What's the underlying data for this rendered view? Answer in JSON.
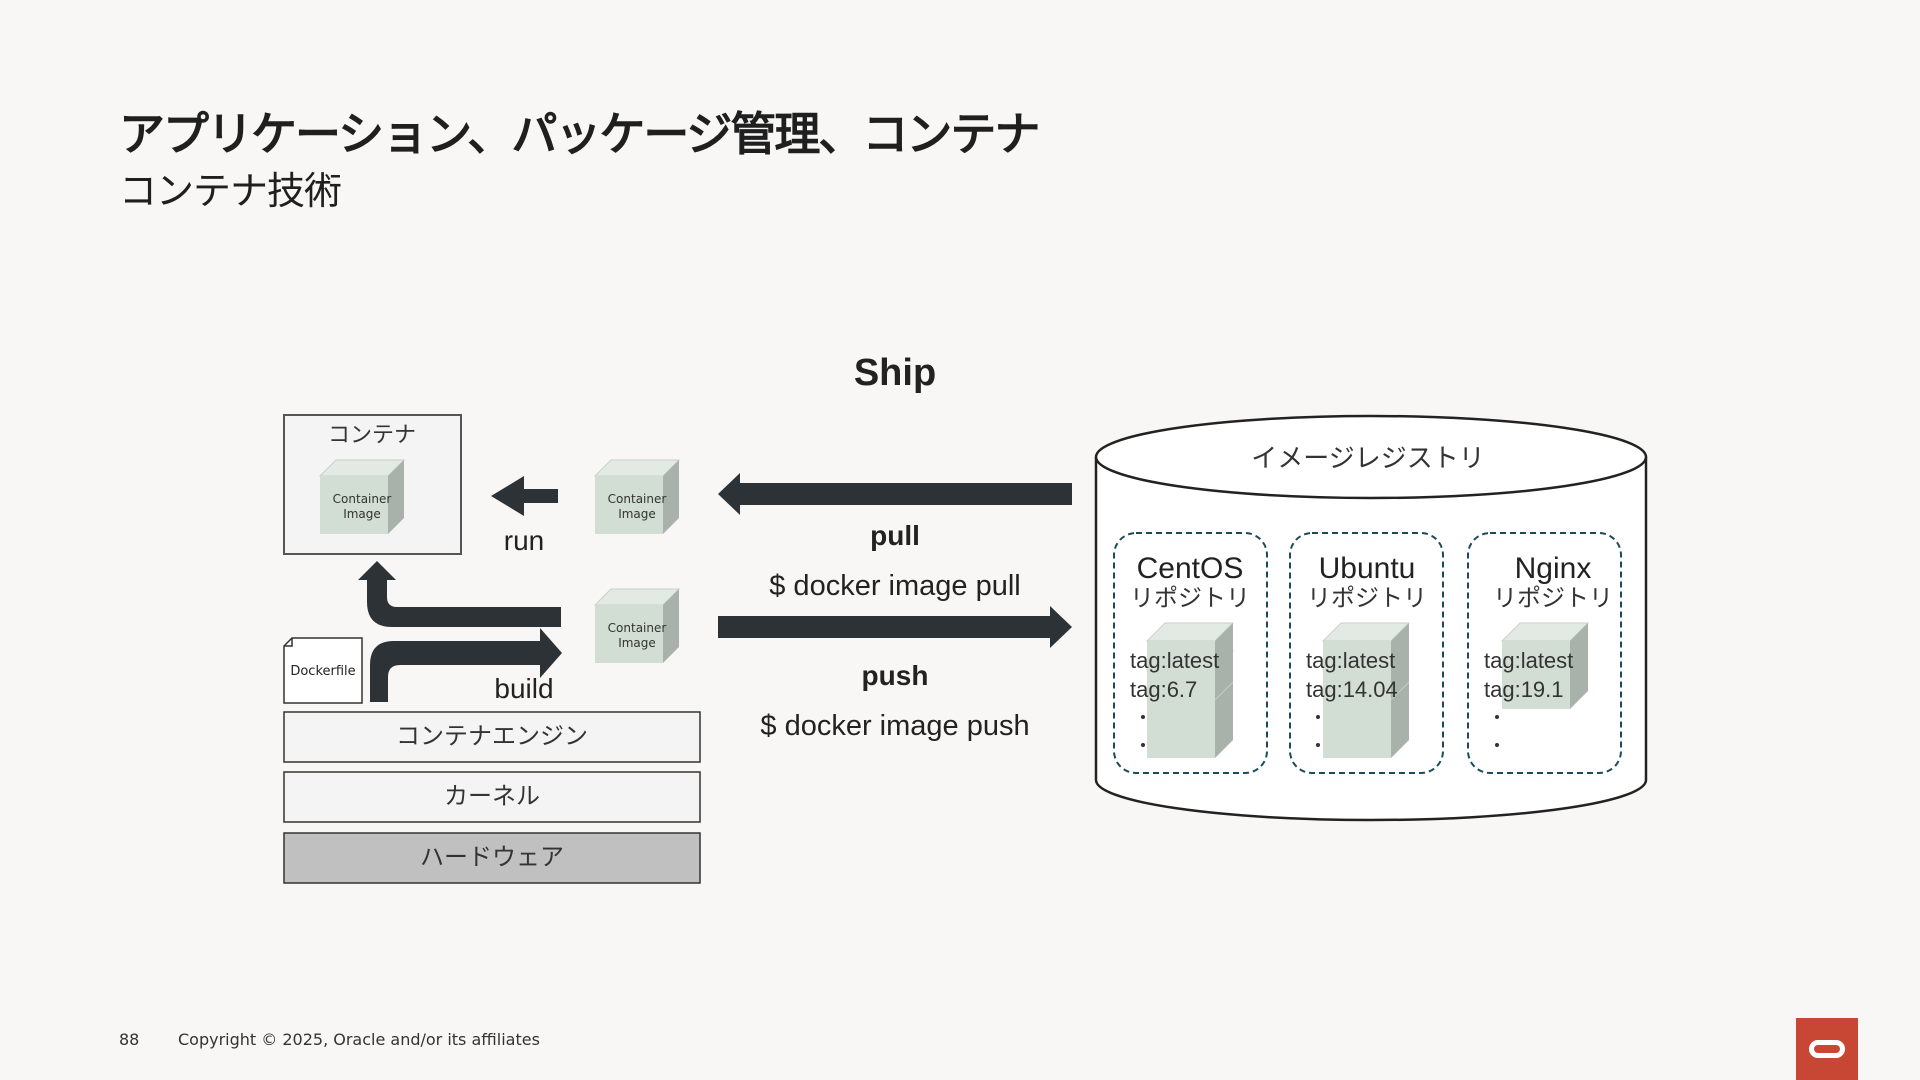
{
  "slide": {
    "title": "アプリケーション、パッケージ管理、コンテナ",
    "subtitle": "コンテナ技術",
    "page_number": "88",
    "copyright": "Copyright © 2025, Oracle and/or its affiliates"
  },
  "diagram": {
    "heading": "Ship",
    "container_label": "コンテナ",
    "image_label_line1": "Container",
    "image_label_line2": "Image",
    "run_label": "run",
    "build_label": "build",
    "dockerfile_label": "Dockerfile",
    "layers": [
      "コンテナエンジン",
      "カーネル",
      "ハードウェア"
    ],
    "pull_label": "pull",
    "pull_command": "$ docker image pull",
    "push_label": "push",
    "push_command": "$ docker image push",
    "registry_label": "イメージレジストリ",
    "repositories": [
      {
        "name": "CentOS",
        "suffix": "リポジトリ",
        "tags": [
          "tag:latest",
          "tag:6.7"
        ]
      },
      {
        "name": "Ubuntu",
        "suffix": "リポジトリ",
        "tags": [
          "tag:latest",
          "tag:14.04"
        ]
      },
      {
        "name": "Nginx",
        "suffix": "リポジトリ",
        "tags": [
          "tag:latest",
          "tag:19.1"
        ]
      }
    ],
    "colors": {
      "arrow": "#2d3236",
      "cube_front": "#d2ddd3",
      "cube_side": "#a9b1ab",
      "cube_top": "#e3e9e3",
      "repo_border": "#1d4a5a",
      "hardware": "#c0c0c0"
    }
  }
}
